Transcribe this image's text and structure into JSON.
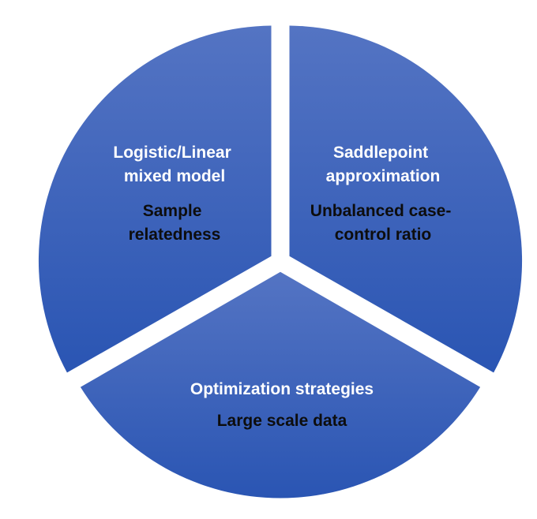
{
  "diagram": {
    "colors": {
      "segment_top": "#5474c3",
      "segment_bottom": "#2a55b3",
      "title_text": "#ffffff",
      "subtitle_text": "#0d0d0d",
      "background": "#ffffff"
    },
    "segments": [
      {
        "title_lines": [
          "Logistic/Linear",
          "mixed model"
        ],
        "subtitle_lines": [
          "Sample",
          "relatedness"
        ]
      },
      {
        "title_lines": [
          "Saddlepoint",
          "approximation"
        ],
        "subtitle_lines": [
          "Unbalanced case-",
          "control ratio"
        ]
      },
      {
        "title_lines": [
          "Optimization strategies"
        ],
        "subtitle_lines": [
          "Large scale data"
        ]
      }
    ]
  }
}
